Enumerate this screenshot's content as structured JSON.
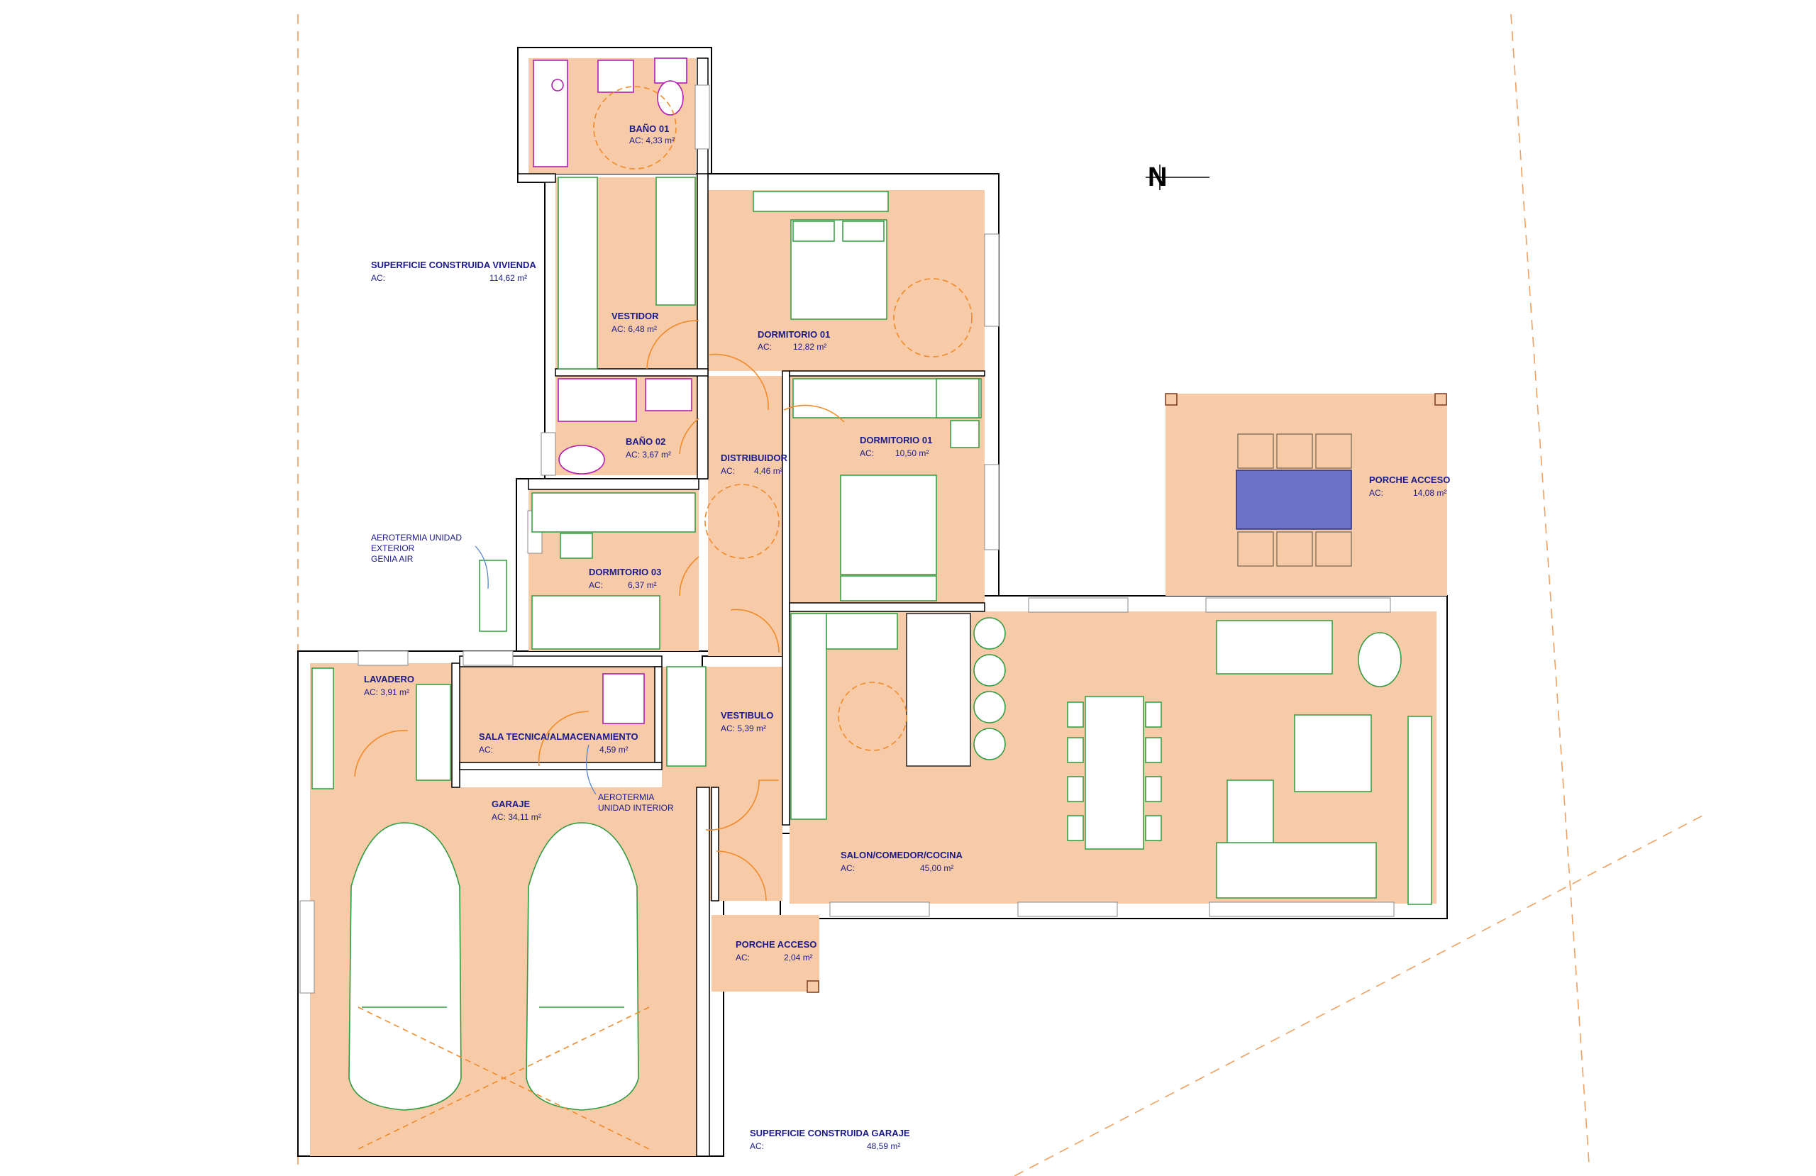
{
  "plan": {
    "north_symbol": "N",
    "rooms": [
      {
        "id": "bano01",
        "name": "BAÑO 01",
        "area_label": "AC: 4,33 m²"
      },
      {
        "id": "vestidor",
        "name": "VESTIDOR",
        "area_label": "AC: 6,48 m²"
      },
      {
        "id": "dorm01a",
        "name": "DORMITORIO 01",
        "area_prefix": "AC:",
        "area_value": "12,82 m²"
      },
      {
        "id": "bano02",
        "name": "BAÑO 02",
        "area_label": "AC: 3,67 m²"
      },
      {
        "id": "distribuidor",
        "name": "DISTRIBUIDOR",
        "area_prefix": "AC:",
        "area_value": "4,46 m²"
      },
      {
        "id": "dorm01b",
        "name": "DORMITORIO 01",
        "area_prefix": "AC:",
        "area_value": "10,50 m²"
      },
      {
        "id": "dorm03",
        "name": "DORMITORIO 03",
        "area_prefix": "AC:",
        "area_value": "6,37 m²"
      },
      {
        "id": "porche1",
        "name": "PORCHE ACCESO",
        "area_prefix": "AC:",
        "area_value": "14,08 m²"
      },
      {
        "id": "lavadero",
        "name": "LAVADERO",
        "area_label": "AC: 3,91 m²"
      },
      {
        "id": "salatec",
        "name": "SALA TECNICA/ALMACENAMIENTO",
        "area_prefix": "AC:",
        "area_value": "4,59 m²"
      },
      {
        "id": "vestibulo",
        "name": "VESTIBULO",
        "area_label": "AC: 5,39 m²"
      },
      {
        "id": "garaje",
        "name": "GARAJE",
        "area_label": "AC: 34,11 m²"
      },
      {
        "id": "salon",
        "name": "SALON/COMEDOR/COCINA",
        "area_prefix": "AC:",
        "area_value": "45,00 m²"
      },
      {
        "id": "porche2",
        "name": "PORCHE ACCESO",
        "area_prefix": "AC:",
        "area_value": "2,04 m²"
      }
    ],
    "summaries": [
      {
        "id": "vivienda",
        "title": "SUPERFICIE CONSTRUIDA VIVIENDA",
        "prefix": "AC:",
        "value": "114,62 m²"
      },
      {
        "id": "garaje",
        "title": "SUPERFICIE CONSTRUIDA GARAJE",
        "prefix": "AC:",
        "value": "48,59 m²"
      }
    ],
    "notes": [
      {
        "id": "aero_ext",
        "lines": [
          "AEROTERMIA UNIDAD",
          "EXTERIOR",
          "GENIA AIR"
        ]
      },
      {
        "id": "aero_int",
        "lines": [
          "AEROTERMIA",
          "UNIDAD INTERIOR"
        ]
      }
    ],
    "colors": {
      "room_fill": "#f8cba8",
      "wall": "#000000",
      "furniture": "#2e9b3e",
      "bathroom_fixtures": "#b21eb2",
      "door_swing": "#f08a2a",
      "label_text": "#1a1a8c",
      "plot_boundary": "#f0a060"
    }
  }
}
